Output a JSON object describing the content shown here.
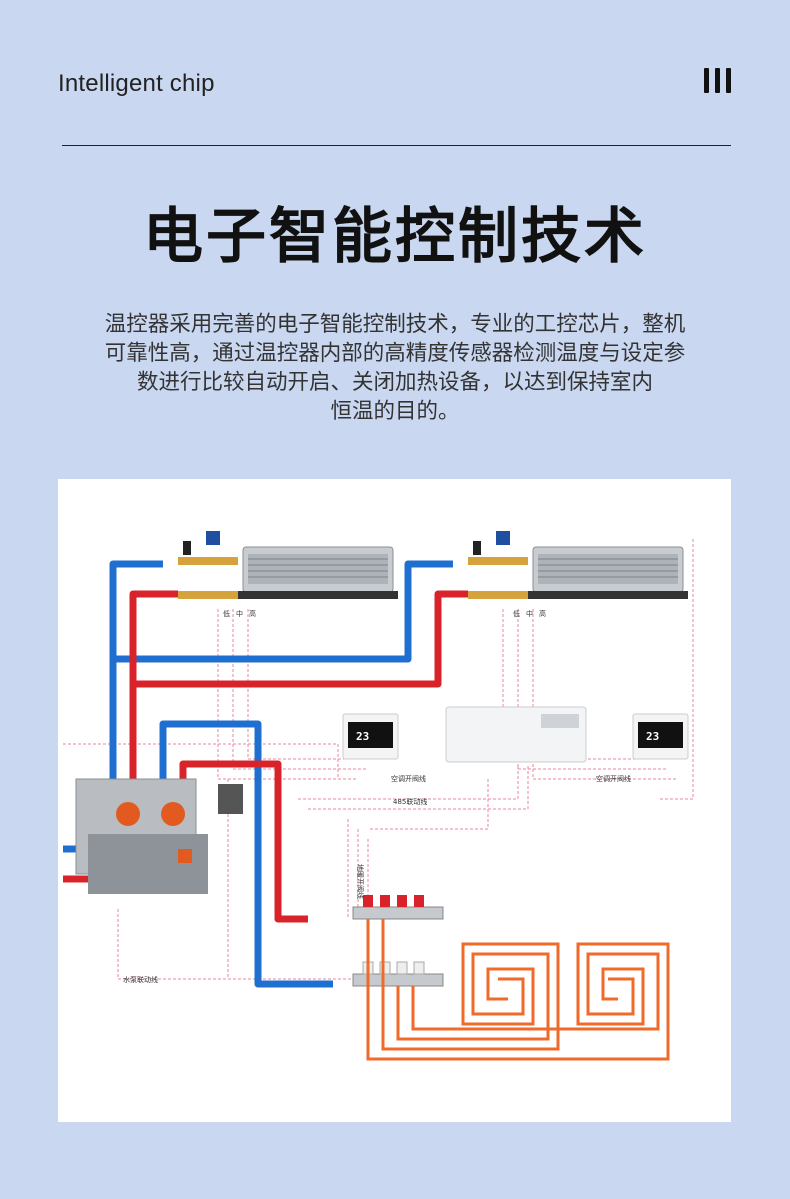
{
  "header": {
    "label": "Intelligent chip",
    "icon": "three-bars-icon"
  },
  "title": "电子智能控制技术",
  "description": [
    "温控器采用完善的电子智能控制技术，专业的工控芯片，整机",
    "可靠性高，通过温控器内部的高精度传感器检测温度与设定参",
    "数进行比较自动开启、关闭加热设备，以达到保持室内",
    "恒温的目的。"
  ],
  "diagram": {
    "speed_labels": [
      "低",
      "中",
      "高"
    ],
    "line_labels": {
      "ac_valve_left": "空调开阀线",
      "ac_valve_right": "空调开阀线",
      "bus_485": "485联动线",
      "floor_valve": "地暖开阀线",
      "pump_link": "水泵联动线"
    },
    "thermostat_reading": "23",
    "colors": {
      "hot": "#d9232b",
      "cold": "#1f6fd1",
      "floor_pipe": "#f06a2a",
      "wire": "#e8879b"
    }
  }
}
